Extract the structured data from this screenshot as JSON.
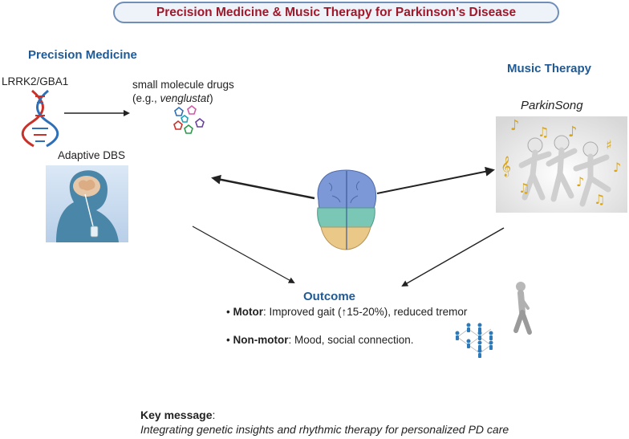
{
  "title": "Precision Medicine & Music Therapy for Parkinson’s Disease",
  "precision": {
    "heading": "Precision Medicine",
    "gene_label": "LRRK2/GBA1",
    "drugs_line1": "small molecule drugs",
    "drugs_line2_prefix": "(e.g., ",
    "drugs_line2_drug": "venglustat",
    "drugs_line2_suffix": ")",
    "dbs_label": "Adaptive DBS"
  },
  "music": {
    "heading": "Music Therapy",
    "program": "ParkinSong"
  },
  "outcome": {
    "heading": "Outcome",
    "motor_label": "Motor",
    "motor_text": ": Improved gait (↑15-20%), reduced tremor",
    "nonmotor_label": "Non-motor",
    "nonmotor_text": ": Mood, social connection."
  },
  "key": {
    "label": "Key message",
    "colon": ":",
    "message": "Integrating genetic insights and rhythmic therapy for personalized PD care"
  },
  "colors": {
    "title_red": "#a0182a",
    "heading_blue": "#1f5a96",
    "pill_border": "#6f8fb8",
    "dna_red": "#c8322a",
    "dna_blue": "#2e6fb7",
    "note_gold": "#d9a514"
  },
  "icons": [
    "dna-icon",
    "molecules-icon",
    "dbs-head-icon",
    "brain-icon",
    "dancers-icon",
    "walking-person-icon",
    "people-network-icon"
  ]
}
